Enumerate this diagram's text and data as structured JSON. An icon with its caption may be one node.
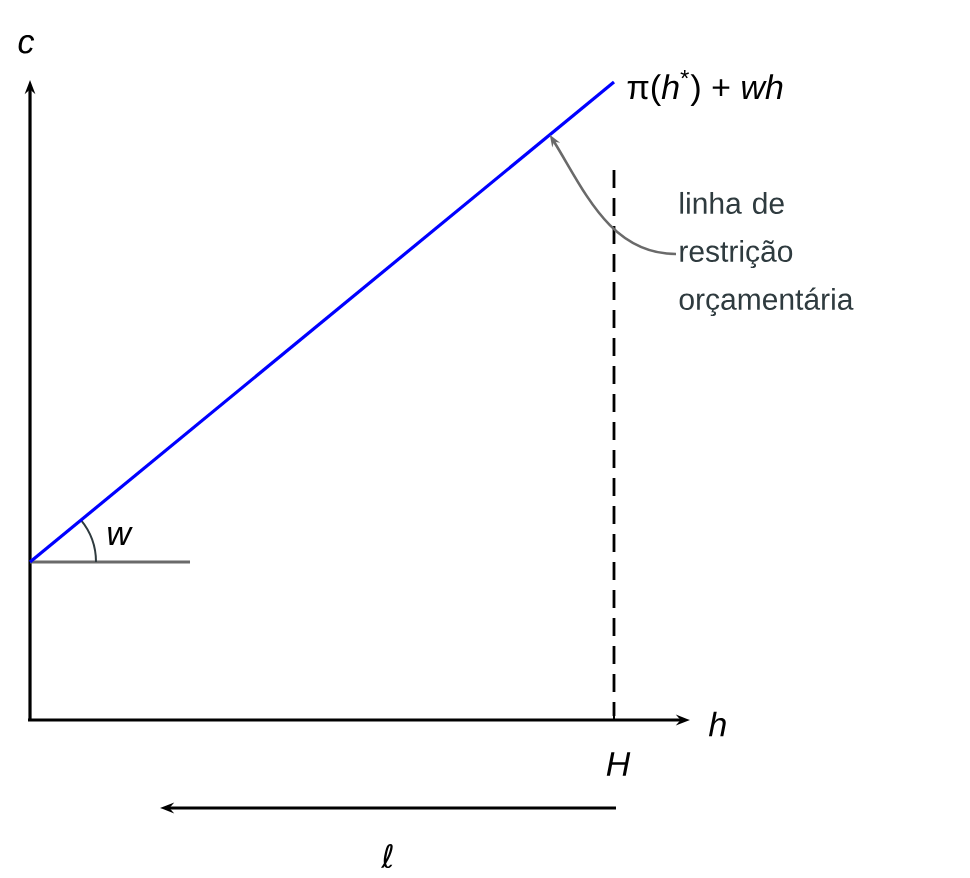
{
  "diagram": {
    "nodes": [
      {
        "text": [
          "linha de restrição orçamentária"
        ]
      },
      {
        "text": [],
        "shape": "line"
      }
    ],
    "edges": [
      {
        "from": 0,
        "to": 1,
        "arrow": "to"
      }
    ],
    "labels": [
      "c",
      "π(*h*$^{*}$) + *wh*",
      "w",
      "h",
      "H",
      "ℓ"
    ]
  }
}
